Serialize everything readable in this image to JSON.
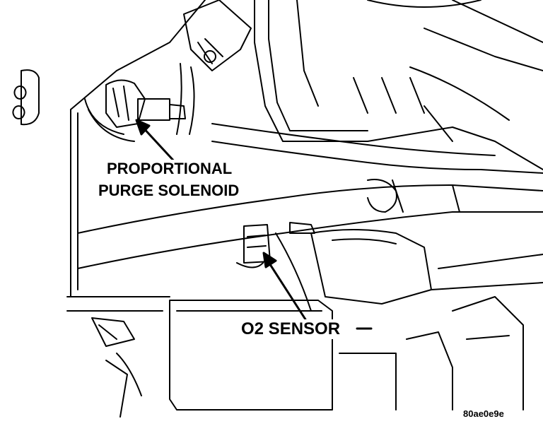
{
  "labels": {
    "proportional": "PROPORTIONAL",
    "purge_solenoid": "PURGE SOLENOID",
    "o2_sensor": "O2 SENSOR"
  },
  "figure_id": "80ae0e9e",
  "colors": {
    "ink": "#000000",
    "paper": "#ffffff"
  }
}
